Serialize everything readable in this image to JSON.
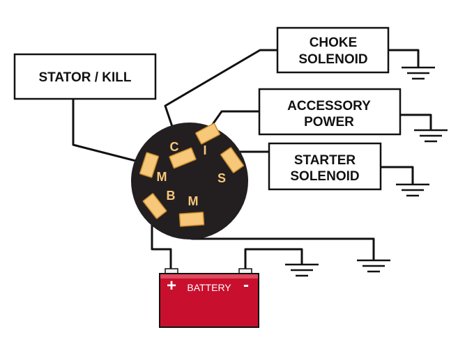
{
  "colors": {
    "wire": "#111111",
    "switch_body": "#231f20",
    "terminal_fill": "#f7c77a",
    "terminal_stroke": "#c98a2a",
    "letter": "#f7c77a",
    "battery_body": "#c8102e",
    "battery_top": "#e04a5e",
    "battery_post": "#f2f2f2"
  },
  "boxes": {
    "stator": {
      "label": "STATOR / KILL"
    },
    "choke": {
      "line1": "CHOKE",
      "line2": "SOLENOID"
    },
    "accessory": {
      "line1": "ACCESSORY",
      "line2": "POWER"
    },
    "starter": {
      "line1": "STARTER",
      "line2": "SOLENOID"
    }
  },
  "switch": {
    "terminals": {
      "c": "C",
      "i": "I",
      "s": "S",
      "m1": "M",
      "b": "B",
      "m2": "M"
    }
  },
  "battery": {
    "label": "BATTERY",
    "positive": "+",
    "negative": "-"
  },
  "ground_icon": "ground-symbol-icon"
}
